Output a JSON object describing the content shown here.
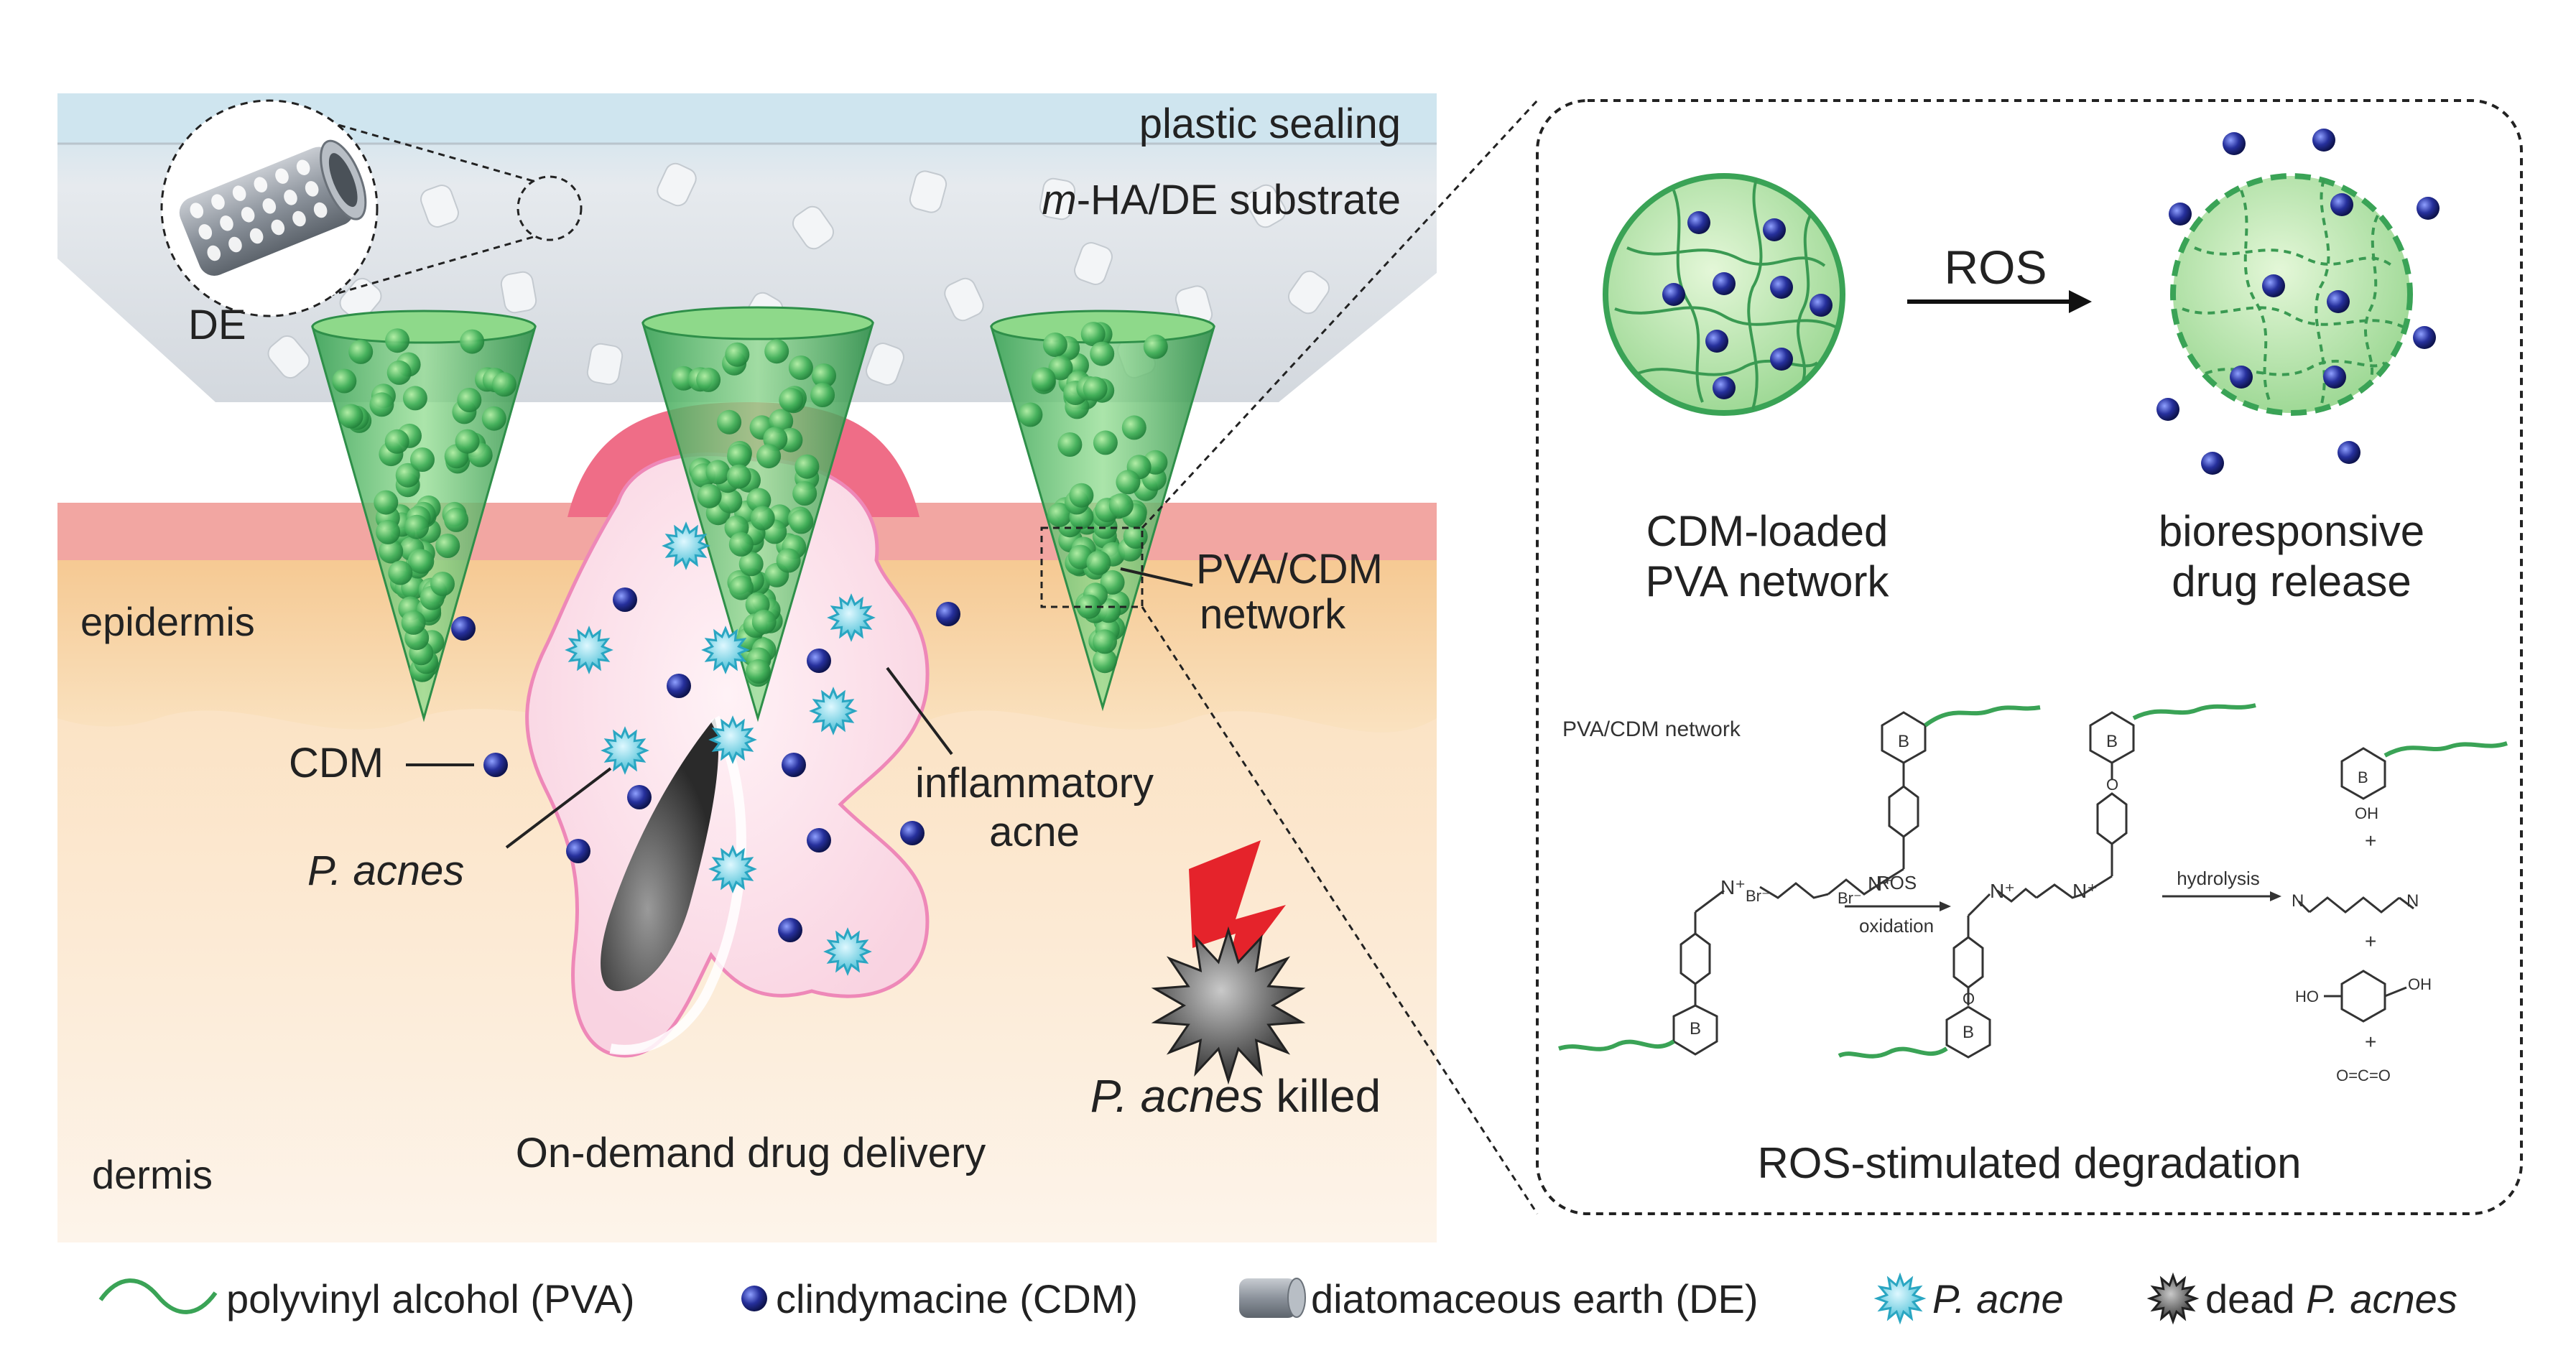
{
  "labels": {
    "plastic_sealing": "plastic sealing",
    "substrate_italic": "m",
    "substrate_rest": "-HA/DE substrate",
    "de": "DE",
    "epidermis": "epidermis",
    "dermis": "dermis",
    "cdm": "CDM",
    "p_acnes": "P. acnes",
    "inflammatory": "inflammatory",
    "acne": "acne",
    "pva_cdm_1": "PVA/CDM",
    "pva_cdm_2": "network",
    "on_demand": "On-demand drug delivery",
    "killed_italic": "P. acnes",
    "killed_rest": " killed"
  },
  "inset": {
    "ros_arrow_label": "ROS",
    "left_caption_1": "CDM-loaded",
    "left_caption_2": "PVA network",
    "right_caption_1": "bioresponsive",
    "right_caption_2": "drug release",
    "scheme_title": "PVA/CDM network",
    "step1_top": "ROS",
    "step1_bottom": "oxidation",
    "step2_top": "hydrolysis",
    "bottom_caption": "ROS-stimulated degradation",
    "atoms": {
      "N": "N",
      "N_plus": "N⁺",
      "Br": "Br⁻",
      "B": "B",
      "O": "O",
      "OH": "OH",
      "HO": "HO",
      "plus": "+",
      "co2": "O=C=O"
    }
  },
  "legend": [
    {
      "key": "pva",
      "label": "polyvinyl alcohol (PVA)",
      "italic": ""
    },
    {
      "key": "cdm",
      "label": "clindymacine (CDM)",
      "italic": ""
    },
    {
      "key": "de",
      "label": "diatomaceous earth (DE)",
      "italic": ""
    },
    {
      "key": "pacne",
      "label": "",
      "italic": "P. acne"
    },
    {
      "key": "dead",
      "label": "dead ",
      "italic": "P. acnes"
    }
  ],
  "colors": {
    "green": "#4caf6a",
    "green_light": "#bfe6b9",
    "navy": "#1e2a8c",
    "cyan": "#4fc3d9",
    "skin_pink": "#f2a3a8",
    "epidermis": "#f7dcb0",
    "dermis": "#fbeedd",
    "substrate": "#dfe6ec",
    "red": "#e5232b"
  }
}
